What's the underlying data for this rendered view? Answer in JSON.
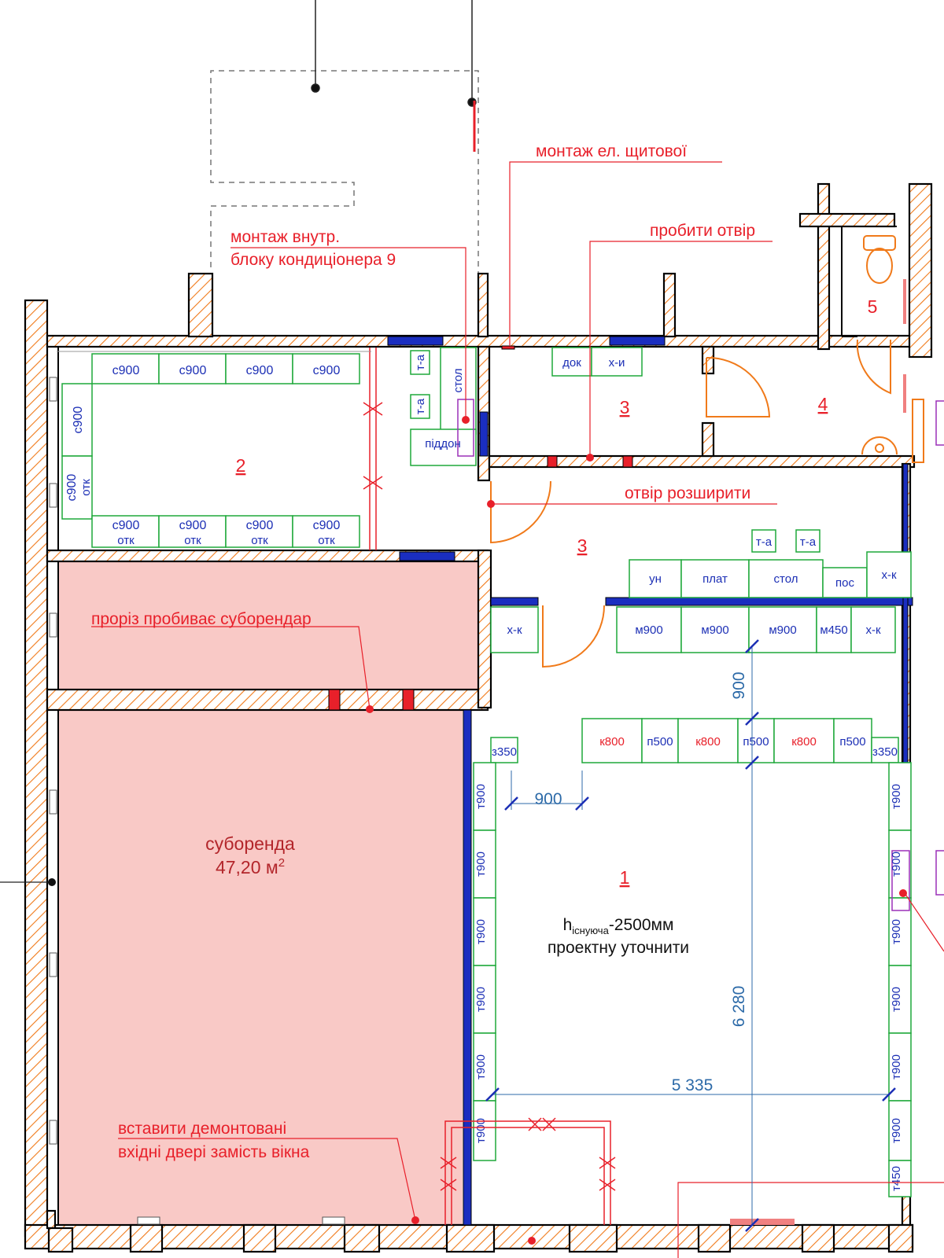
{
  "annotations": {
    "switchboard": "монтаж ел. щитової",
    "ac_line1": "монтаж внутр.",
    "ac_line2": "блоку кондиціонера 9",
    "punch_hole": "пробити отвір",
    "widen_opening": "отвір розширити",
    "sublease_opening": "проріз пробиває суборендар",
    "door_line1": "вставити демонтовані",
    "door_line2": "вхідні двері замість вікна"
  },
  "rooms": {
    "r1": "1",
    "r2": "2",
    "r3a": "3",
    "r3b": "3",
    "r4": "4",
    "r5": "5"
  },
  "sublease": {
    "title": "суборенда",
    "area": "47,20 м",
    "area_sup": "2"
  },
  "room1_note": {
    "h": "h",
    "h_sub": "існуюча",
    "h_rest": "-2500мм",
    "line2": "проектну уточнити"
  },
  "dimensions": {
    "d900_vertical": "900",
    "d900_horizontal": "900",
    "d6280": "6 280",
    "d5335": "5 335"
  },
  "equipment": {
    "cold_room_top": [
      "с900",
      "с900",
      "с900",
      "с900"
    ],
    "cold_room_bottom": [
      "с900",
      "с900",
      "с900",
      "с900"
    ],
    "cold_room_bottom_sub": [
      "отк",
      "отк",
      "отк",
      "отк"
    ],
    "cold_room_left": "с900",
    "cold_room_left2": "с900",
    "cold_room_left2_sub": "отк",
    "wash_ta1": "т-а",
    "wash_ta2": "т-а",
    "wash_table": "стол",
    "wash_tray": "піддон",
    "doc": "док",
    "xi": "х-и",
    "ta_a": "т-а",
    "ta_b": "т-а",
    "prep_row": [
      "ун",
      "плат",
      "стол",
      "пос",
      "х-к"
    ],
    "prep_row2": [
      "м900",
      "м900",
      "м900",
      "м450",
      "х-к"
    ],
    "xk_left": "х-к",
    "line_row": [
      "к800",
      "п500",
      "к800",
      "п500",
      "к800",
      "п500"
    ],
    "z350_left": "з350",
    "z350_right": "з350",
    "left_column": [
      "т900",
      "т900",
      "т900",
      "т900",
      "т900",
      "т900"
    ],
    "right_column": [
      "т900",
      "т900",
      "т900",
      "т900",
      "т900",
      "т900",
      "т450"
    ]
  },
  "colors": {
    "wall": "#f07a1a",
    "annotation": "#e8202a",
    "equipment": "#1fa83a",
    "equipment_text": "#1c2fb5",
    "dimension": "#2c6aa8",
    "sublease_fill": "#f9c9c6",
    "window": "#1a2ec0"
  }
}
